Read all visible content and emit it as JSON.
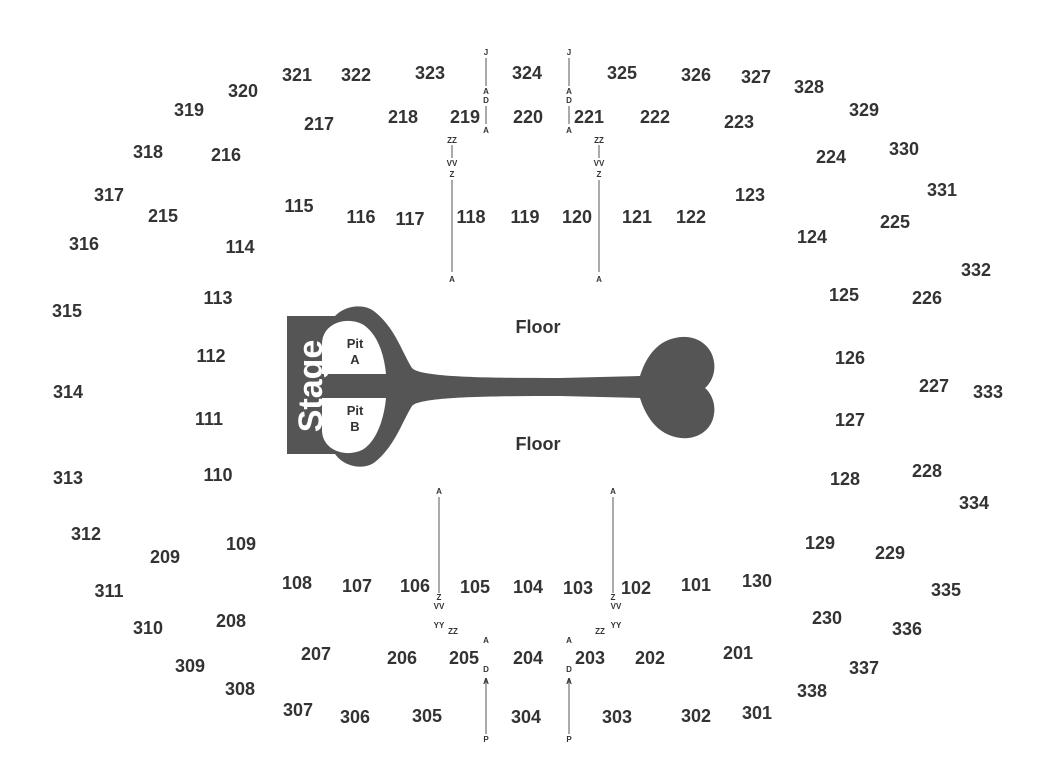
{
  "stage": {
    "label": "Stage",
    "color": "#555555"
  },
  "pits": [
    {
      "line1": "Pit",
      "line2": "A"
    },
    {
      "line1": "Pit",
      "line2": "B"
    }
  ],
  "floors": [
    "Floor",
    "Floor"
  ],
  "sections": [
    "321",
    "322",
    "323",
    "324",
    "325",
    "326",
    "327",
    "320",
    "319",
    "328",
    "329",
    "318",
    "330",
    "317",
    "331",
    "316",
    "332",
    "315",
    "314",
    "333",
    "313",
    "334",
    "312",
    "311",
    "335",
    "310",
    "336",
    "309",
    "337",
    "308",
    "338",
    "307",
    "306",
    "305",
    "304",
    "303",
    "302",
    "301",
    "217",
    "218",
    "219",
    "220",
    "221",
    "222",
    "223",
    "216",
    "224",
    "215",
    "225",
    "226",
    "227",
    "228",
    "209",
    "229",
    "208",
    "230",
    "207",
    "206",
    "205",
    "204",
    "203",
    "202",
    "201",
    "115",
    "116",
    "117",
    "118",
    "119",
    "120",
    "121",
    "122",
    "123",
    "114",
    "124",
    "113",
    "125",
    "112",
    "126",
    "111",
    "127",
    "110",
    "128",
    "109",
    "129",
    "108",
    "107",
    "106",
    "105",
    "104",
    "103",
    "102",
    "101",
    "130"
  ],
  "aisle_rows": [
    "J",
    "A",
    "D",
    "A",
    "J",
    "A",
    "D",
    "A",
    "ZZ",
    "VV",
    "Z",
    "A",
    "ZZ",
    "VV",
    "Z",
    "A",
    "A",
    "Z",
    "VV",
    "YY",
    "ZZ",
    "A",
    "Z",
    "VV",
    "YY",
    "ZZ",
    "A",
    "D",
    "A",
    "P",
    "A",
    "D",
    "A",
    "P"
  ]
}
